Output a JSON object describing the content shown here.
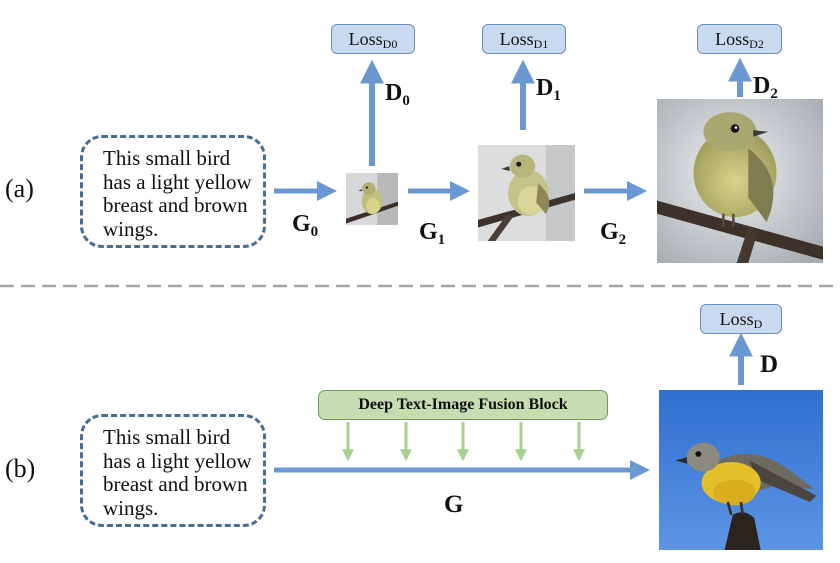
{
  "panel_a": {
    "label": "(a)",
    "input_text": "This small bird\nhas a light yellow\nbreast and brown\nwings.",
    "generators": [
      {
        "name": "G",
        "sub": "0"
      },
      {
        "name": "G",
        "sub": "1"
      },
      {
        "name": "G",
        "sub": "2"
      }
    ],
    "discriminators": [
      {
        "name": "D",
        "sub": "0"
      },
      {
        "name": "D",
        "sub": "1"
      },
      {
        "name": "D",
        "sub": "2"
      }
    ],
    "losses": [
      {
        "name": "Loss",
        "sub": "D0"
      },
      {
        "name": "Loss",
        "sub": "D1"
      },
      {
        "name": "Loss",
        "sub": "D2"
      }
    ]
  },
  "panel_b": {
    "label": "(b)",
    "input_text": "This small bird\nhas a light yellow\nbreast and brown\nwings.",
    "fusion_block": "Deep Text-Image Fusion Block",
    "generator": "G",
    "discriminator": "D",
    "loss": {
      "name": "Loss",
      "sub": "D"
    }
  },
  "colors": {
    "arrow_blue": "#6c98d2",
    "arrow_green": "#a8d08d",
    "dash_border": "#4a6b94",
    "loss_fill": "#c9daf0",
    "fusion_fill": "#c5ddb1",
    "separator": "#a6a6a6"
  }
}
